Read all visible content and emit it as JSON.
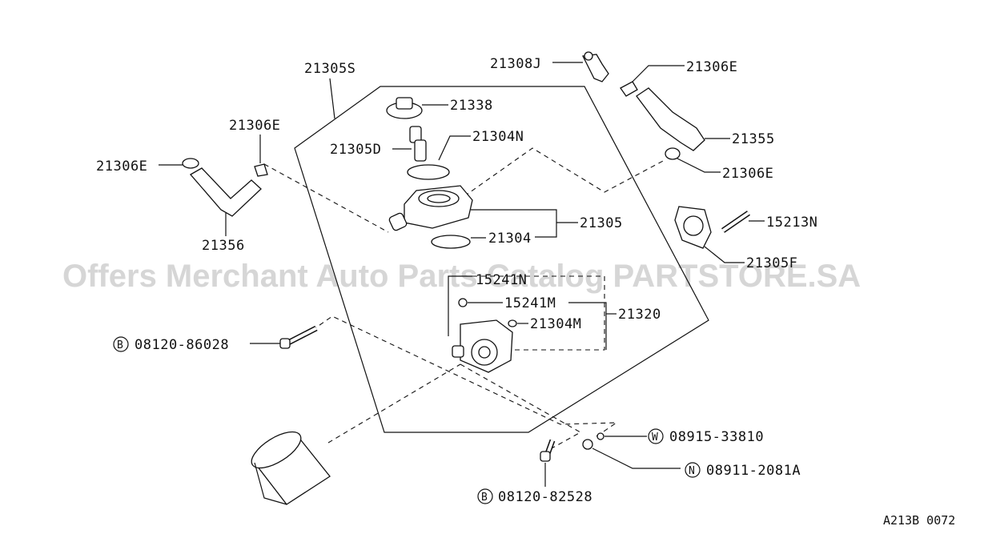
{
  "watermark": "Offers Merchant Auto Parts Catalog PARTSTORE.SA",
  "reference": "A213B 0072",
  "labels": {
    "p21305S": "21305S",
    "p21338": "21338",
    "p21308J": "21308J",
    "p21306E_top": "21306E",
    "p21306E_left_top": "21306E",
    "p21306E_left": "21306E",
    "p21305D": "21305D",
    "p21304N": "21304N",
    "p21355": "21355",
    "p21306E_right": "21306E",
    "p21305": "21305",
    "p21304": "21304",
    "p21356": "21356",
    "p15213N": "15213N",
    "p21305F": "21305F",
    "p15241N": "15241N",
    "p15241M": "15241M",
    "p21304M": "21304M",
    "p21320": "21320",
    "p08120_86028": "08120-86028",
    "p08915_33810": "08915-33810",
    "p08911_2081A": "08911-2081A",
    "p08120_82528": "08120-82528"
  },
  "prefixes": {
    "b1": "B",
    "w": "W",
    "n": "N",
    "b2": "B"
  }
}
